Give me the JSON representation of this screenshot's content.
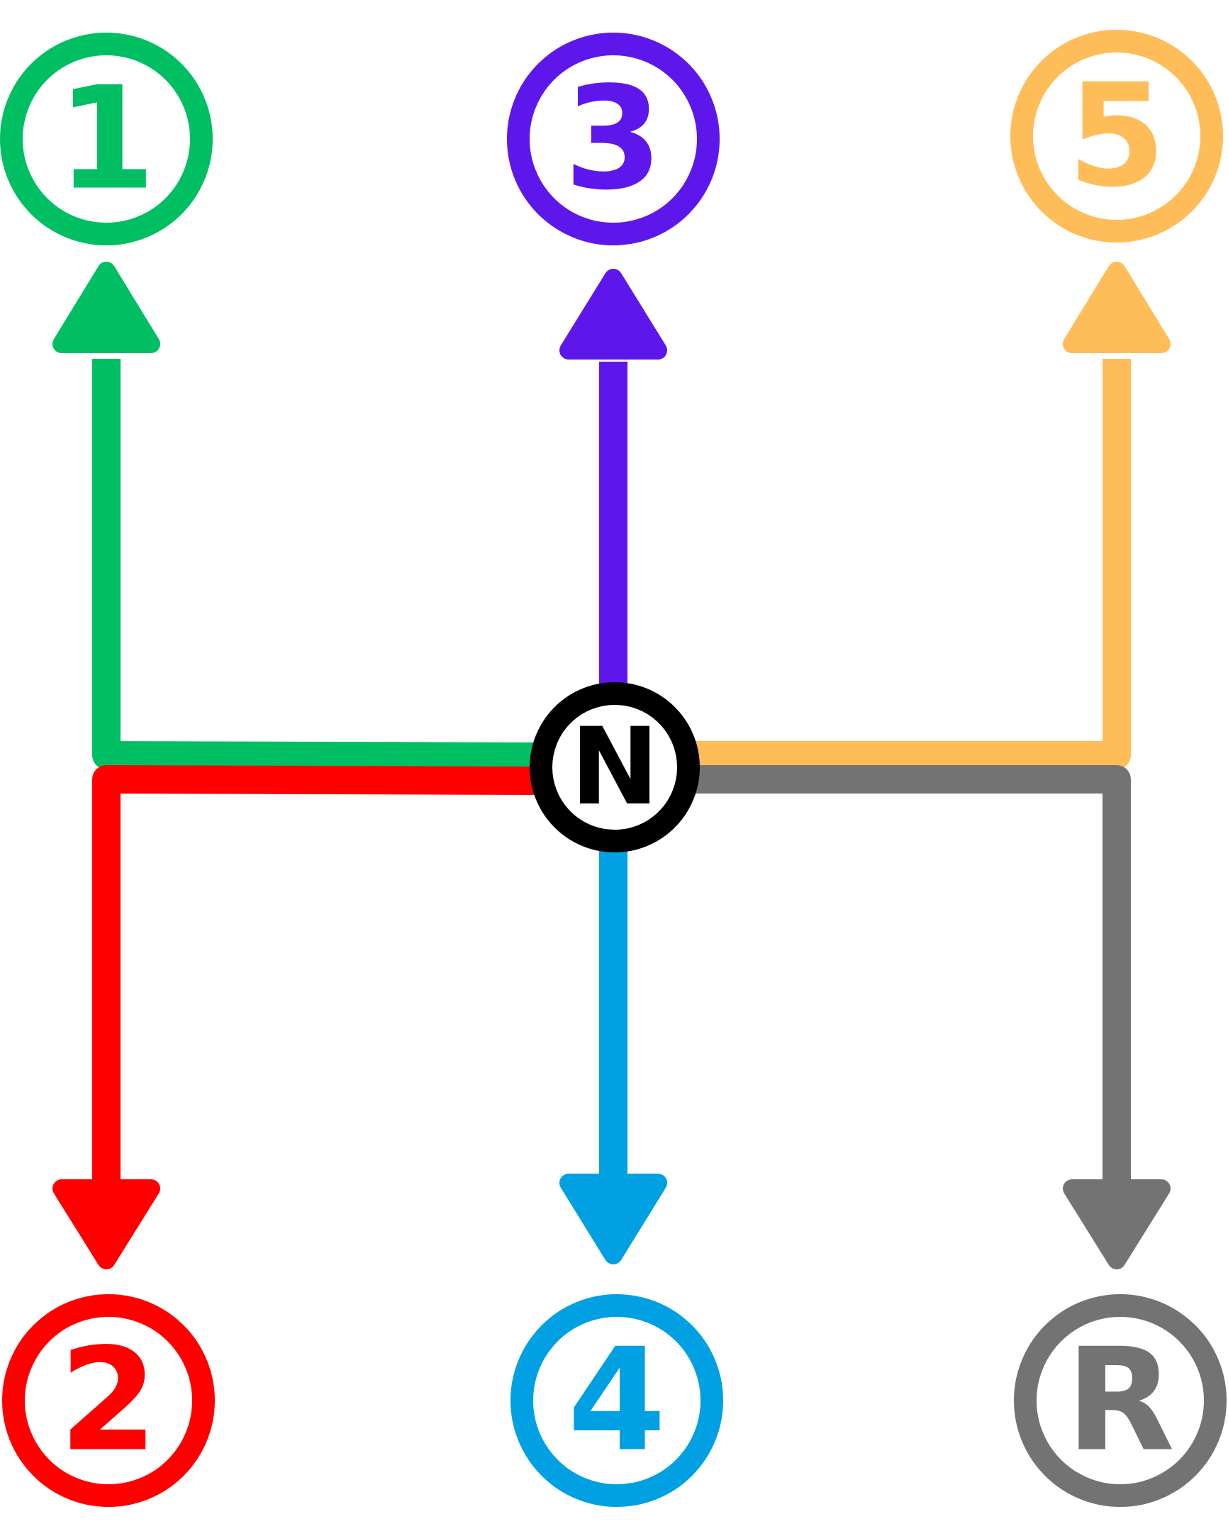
{
  "gears": [
    {
      "id": "first",
      "label": "1",
      "color": "#00BF63"
    },
    {
      "id": "second",
      "label": "2",
      "color": "#FF0000"
    },
    {
      "id": "third",
      "label": "3",
      "color": "#5E17EB"
    },
    {
      "id": "fourth",
      "label": "4",
      "color": "#00A0E3"
    },
    {
      "id": "fifth",
      "label": "5",
      "color": "#FFBD59"
    },
    {
      "id": "reverse",
      "label": "R",
      "color": "#737373"
    }
  ],
  "neutral": {
    "label": "N",
    "color": "#000000"
  }
}
